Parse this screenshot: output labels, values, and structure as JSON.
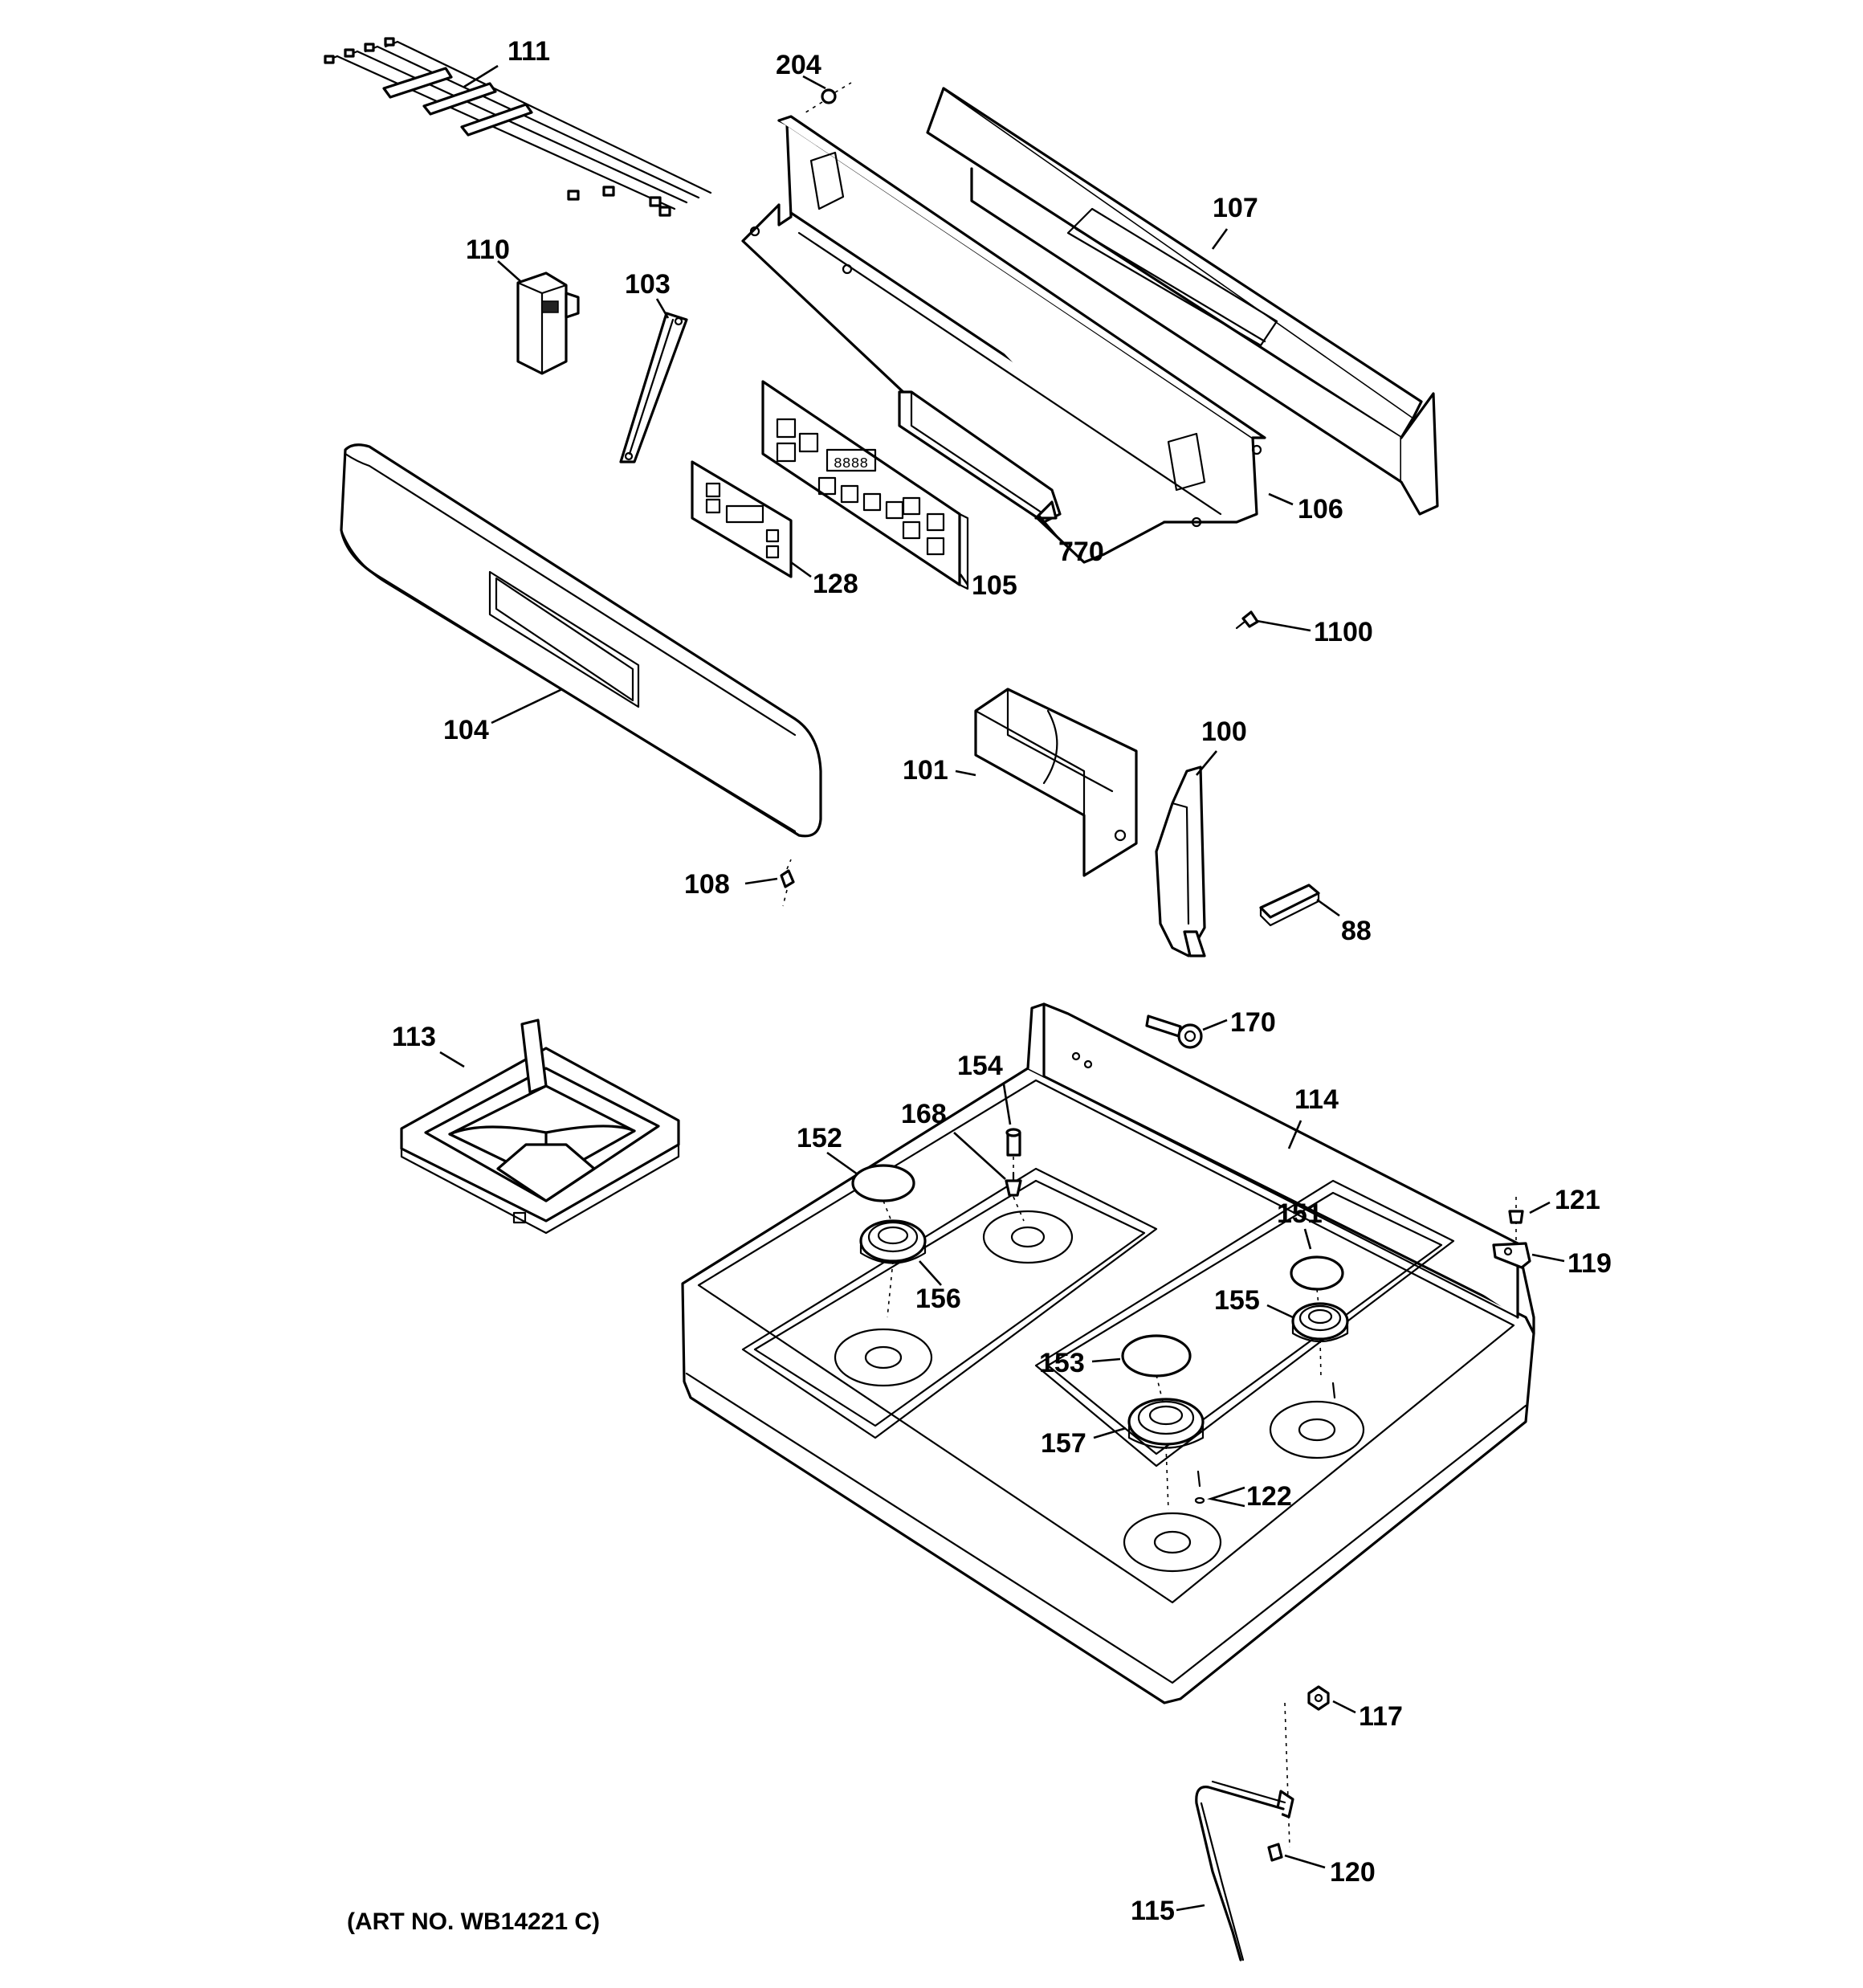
{
  "diagram": {
    "art_number": "(ART NO. WB14221 C)",
    "callouts": {
      "p111": "111",
      "p204": "204",
      "p107": "107",
      "p110": "110",
      "p103": "103",
      "p106": "106",
      "p770": "770",
      "p128": "128",
      "p105": "105",
      "p1100": "1100",
      "p104": "104",
      "p101": "101",
      "p100": "100",
      "p108": "108",
      "p88": "88",
      "p113": "113",
      "p170": "170",
      "p154": "154",
      "p114": "114",
      "p168": "168",
      "p152": "152",
      "p121": "121",
      "p151": "151",
      "p119": "119",
      "p156": "156",
      "p155": "155",
      "p153": "153",
      "p157": "157",
      "p122": "122",
      "p117": "117",
      "p120": "120",
      "p115": "115"
    }
  }
}
